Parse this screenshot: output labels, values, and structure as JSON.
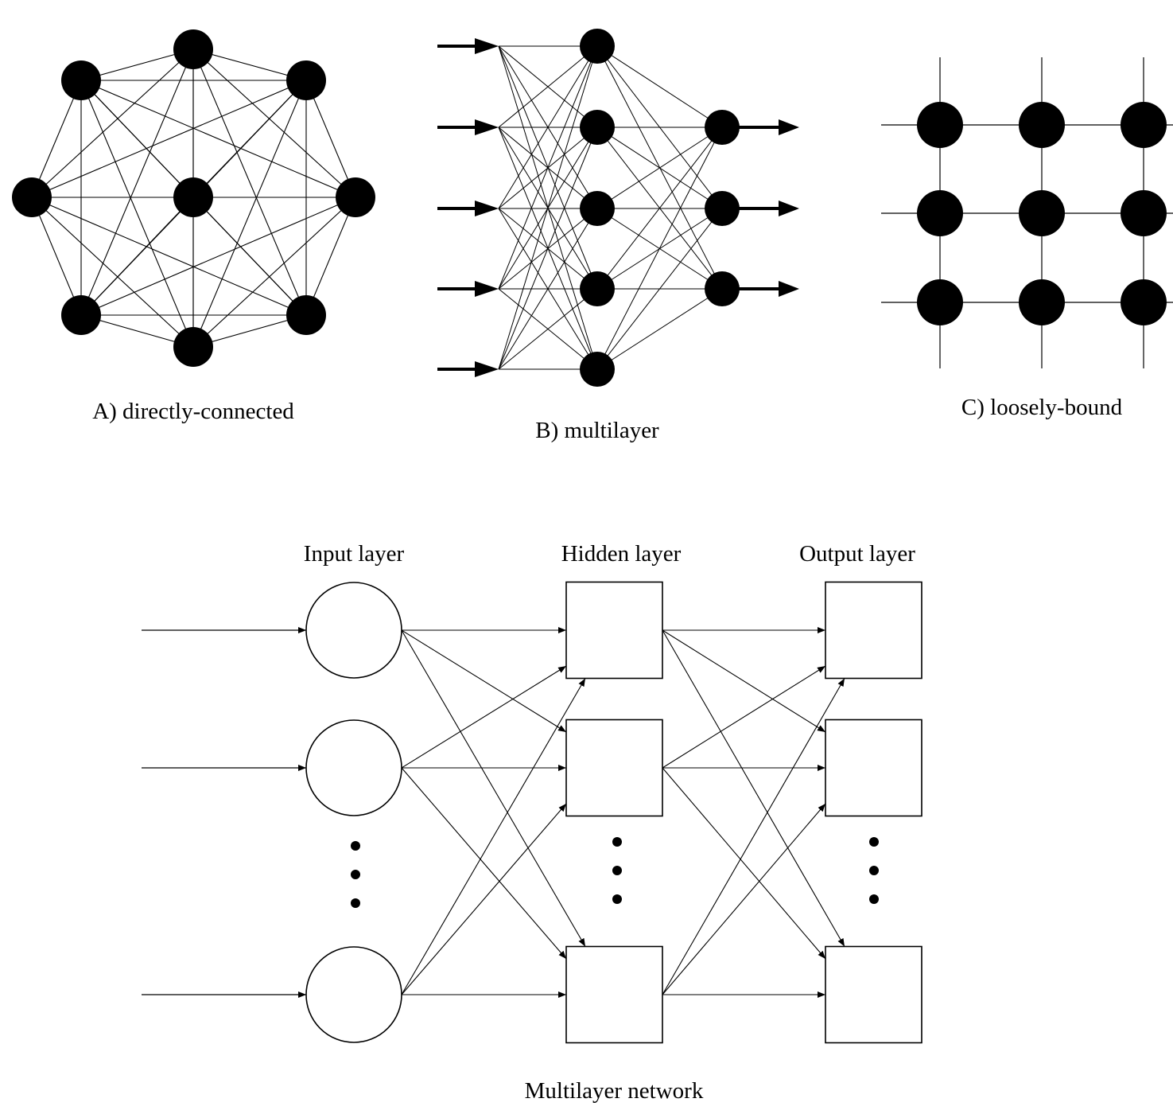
{
  "panels": {
    "a": {
      "caption": "A) directly-connected",
      "node_count": 9
    },
    "b": {
      "caption": "B) multilayer",
      "layers": [
        5,
        5,
        3
      ]
    },
    "c": {
      "caption": "C) loosely-bound",
      "rows": 3,
      "cols": 3
    }
  },
  "network": {
    "input_label": "Input layer",
    "hidden_label": "Hidden layer",
    "output_label": "Output layer",
    "caption": "Multilayer network",
    "ellipsis": "⋮"
  },
  "colors": {
    "ink": "#000000",
    "paper": "#ffffff"
  }
}
